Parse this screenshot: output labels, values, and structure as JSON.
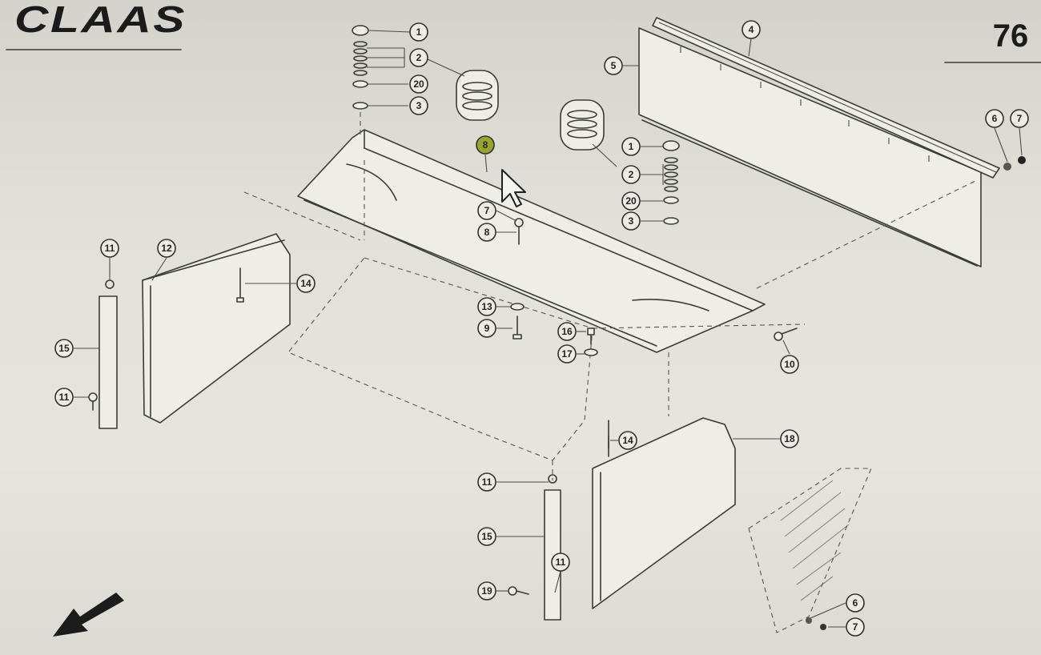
{
  "header": {
    "logo_text": "CLAAS",
    "page_number": "76"
  },
  "callouts": [
    {
      "label": "1"
    },
    {
      "label": "2"
    },
    {
      "label": "20"
    },
    {
      "label": "3"
    },
    {
      "label": "4"
    },
    {
      "label": "5"
    },
    {
      "label": "6"
    },
    {
      "label": "7"
    },
    {
      "label": "1"
    },
    {
      "label": "2"
    },
    {
      "label": "20"
    },
    {
      "label": "3"
    },
    {
      "label": "8"
    },
    {
      "label": "7"
    },
    {
      "label": "8"
    },
    {
      "label": "11"
    },
    {
      "label": "12"
    },
    {
      "label": "14"
    },
    {
      "label": "15"
    },
    {
      "label": "11"
    },
    {
      "label": "13"
    },
    {
      "label": "9"
    },
    {
      "label": "16"
    },
    {
      "label": "17"
    },
    {
      "label": "10"
    },
    {
      "label": "14"
    },
    {
      "label": "18"
    },
    {
      "label": "11"
    },
    {
      "label": "15"
    },
    {
      "label": "11"
    },
    {
      "label": "19"
    },
    {
      "label": "6"
    },
    {
      "label": "7"
    }
  ],
  "colors": {
    "highlight_callout": "#9aa62a",
    "line": "#3a3c3a",
    "paper": "#e2e1d9"
  },
  "icons": {
    "logo": "claas-logo",
    "cursor": "pointer-cursor-icon",
    "direction": "direction-arrow-icon"
  }
}
